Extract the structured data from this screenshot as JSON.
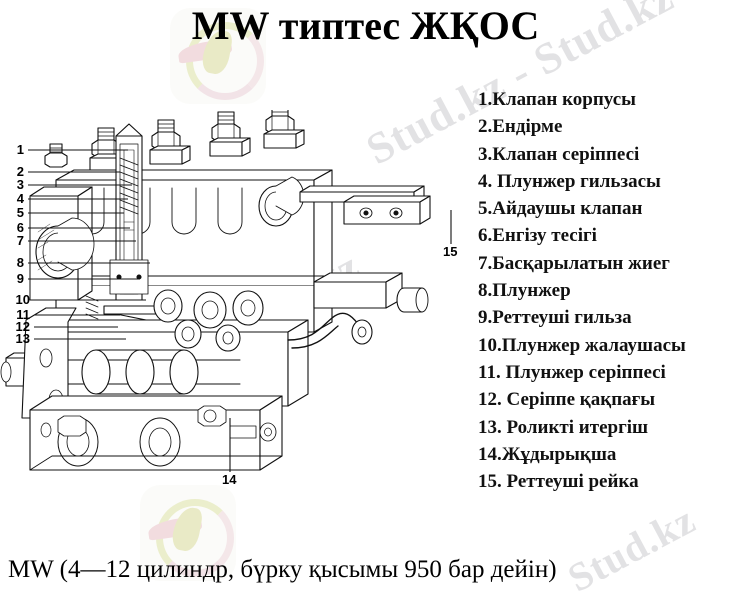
{
  "page": {
    "title_prefix": "MW",
    "title_rest": " типтес ЖҚОС",
    "caption": "MW  (4—12 цилиндр, бүрку қысымы 950 бар дейін)",
    "background_color": "#ffffff",
    "text_color": "#000000",
    "watermark_color": "#e2e2e4"
  },
  "watermark": {
    "text": "Stud.kz - Stud.kz",
    "short_text": "Stud.kz",
    "logo_name": "bird-logo"
  },
  "legend": {
    "items": [
      {
        "num": "1.",
        "label": "Клапан корпусы"
      },
      {
        "num": "2.",
        "label": "Ендірме"
      },
      {
        "num": "3.",
        "label": "Клапан серіппесі"
      },
      {
        "num": "4. ",
        "label": "Плунжер гильзасы"
      },
      {
        "num": "5.",
        "label": "Айдаушы клапан"
      },
      {
        "num": "6.",
        "label": "Енгізу тесігі"
      },
      {
        "num": "7.",
        "label": "Басқарылатын жиег"
      },
      {
        "num": "8.",
        "label": "Плунжер"
      },
      {
        "num": "9.",
        "label": "Реттеуші гильза"
      },
      {
        "num": "10.",
        "label": "Плунжер жалаушасы"
      },
      {
        "num": "11. ",
        "label": "Плунжер серіппесі"
      },
      {
        "num": "12. ",
        "label": "Серіппе қақпағы"
      },
      {
        "num": "13. ",
        "label": "Роликті итергіш"
      },
      {
        "num": "14.",
        "label": "Жұдырықша"
      },
      {
        "num": "15. ",
        "label": "Реттеуші рейка"
      }
    ]
  },
  "callouts": [
    {
      "id": "1",
      "text": "1"
    },
    {
      "id": "2",
      "text": "2"
    },
    {
      "id": "3",
      "text": "3"
    },
    {
      "id": "4",
      "text": "4"
    },
    {
      "id": "5",
      "text": "5"
    },
    {
      "id": "6",
      "text": "6"
    },
    {
      "id": "7",
      "text": "7"
    },
    {
      "id": "8",
      "text": "8"
    },
    {
      "id": "9",
      "text": "9"
    },
    {
      "id": "10",
      "text": "10"
    },
    {
      "id": "11",
      "text": "11"
    },
    {
      "id": "12",
      "text": "12"
    },
    {
      "id": "13",
      "text": "13"
    },
    {
      "id": "14",
      "text": "14"
    },
    {
      "id": "15",
      "text": "15"
    }
  ],
  "diagram": {
    "name": "mw-injection-pump-cutaway",
    "description": "MW type fuel injection pump sectional line drawing"
  }
}
